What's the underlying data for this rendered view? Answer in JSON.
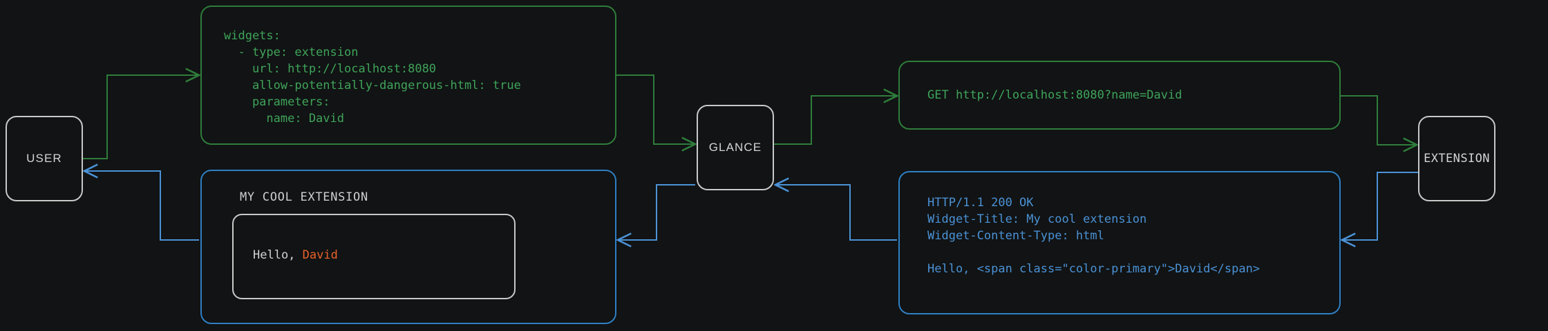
{
  "theme": {
    "background": "#111314",
    "node_border": "#c9c9c9",
    "node_text": "#d4d4d4",
    "request_green": "#3fa45a",
    "request_green_border": "#2f7d3b",
    "response_blue": "#4b92d6",
    "response_blue_border": "#2f7fc4",
    "accent_orange": "#e8622a"
  },
  "nodes": {
    "user": "USER",
    "glance": "GLANCE",
    "extension": "EXTENSION"
  },
  "panels": {
    "yaml_config": {
      "lines": [
        "widgets:",
        "  - type: extension",
        "    url: http://localhost:8080",
        "    allow-potentially-dangerous-html: true",
        "    parameters:",
        "      name: David"
      ]
    },
    "http_request": {
      "lines": [
        "GET http://localhost:8080?name=David"
      ]
    },
    "http_response": {
      "lines": [
        "HTTP/1.1 200 OK",
        "Widget-Title: My cool extension",
        "Widget-Content-Type: html",
        "",
        "Hello, <span class=\"color-primary\">David</span>"
      ]
    },
    "widget_preview": {
      "title": "MY COOL EXTENSION",
      "body_prefix": "Hello, ",
      "body_accent": "David"
    }
  },
  "edges": [
    {
      "name": "user-to-config",
      "direction": "request",
      "color": "#3fa45a"
    },
    {
      "name": "config-to-glance",
      "direction": "request",
      "color": "#3fa45a"
    },
    {
      "name": "glance-to-request",
      "direction": "request",
      "color": "#3fa45a"
    },
    {
      "name": "request-to-extension",
      "direction": "request",
      "color": "#3fa45a"
    },
    {
      "name": "extension-to-response",
      "direction": "response",
      "color": "#4b92d6"
    },
    {
      "name": "response-to-glance",
      "direction": "response",
      "color": "#4b92d6"
    },
    {
      "name": "glance-to-widget",
      "direction": "response",
      "color": "#4b92d6"
    },
    {
      "name": "widget-to-user",
      "direction": "response",
      "color": "#4b92d6"
    }
  ]
}
